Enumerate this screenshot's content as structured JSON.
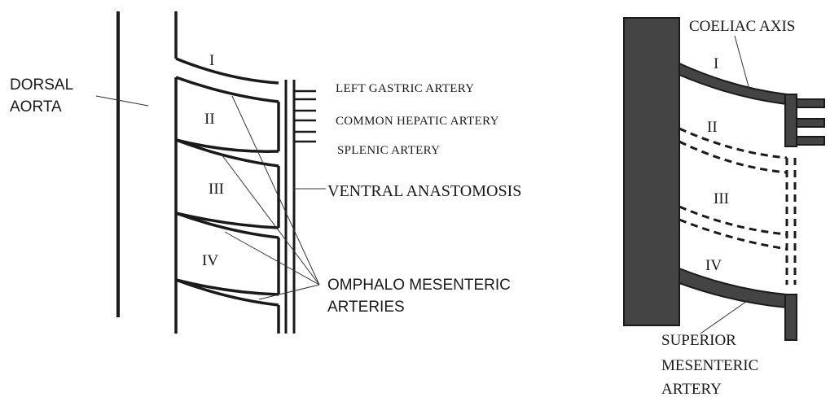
{
  "left_diagram": {
    "labels": {
      "dorsal_line1": "DORSAL",
      "dorsal_line2": "AORTA",
      "seg1": "I",
      "seg2": "II",
      "seg3": "III",
      "seg4": "IV",
      "left_gastric": "LEFT GASTRIC ARTERY",
      "common_hepatic": "COMMON HEPATIC ARTERY",
      "splenic": "SPLENIC ARTERY",
      "ventral_anastomosis": "VENTRAL ANASTOMOSIS",
      "omphalo_line1": "OMPHALO MESENTERIC",
      "omphalo_line2": "ARTERIES"
    }
  },
  "right_diagram": {
    "labels": {
      "coeliac_axis": "COELIAC AXIS",
      "seg1": "I",
      "seg2": "II",
      "seg3": "III",
      "seg4": "IV",
      "sma_line1": "SUPERIOR",
      "sma_line2": "MESENTERIC",
      "sma_line3": "ARTERY"
    }
  },
  "colors": {
    "line": "#1a1a1a",
    "vessel_fill": "#444444",
    "background": "#ffffff"
  }
}
